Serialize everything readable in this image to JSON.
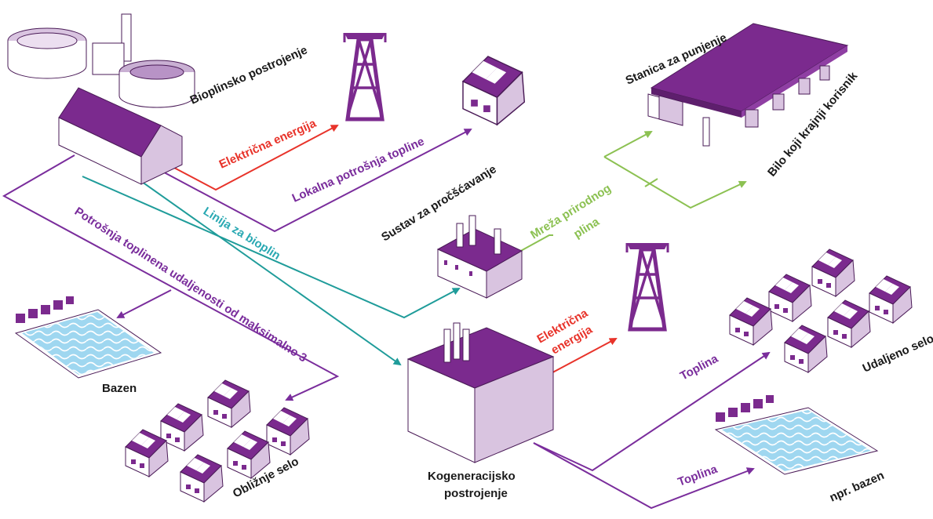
{
  "colors": {
    "purple": "#7a2d9c",
    "roof": "#7b2a8e",
    "wall": "#ffffff",
    "side": "#d9c4e0",
    "red": "#e8332a",
    "teal": "#1f9c9a",
    "green": "#8cc152",
    "pool": "#9fd7f0"
  },
  "labels": {
    "biogas_plant": "Bioplinsko postrojenje",
    "electricity_1": "Električna energija",
    "local_heat": "Lokalna potrošnja topline",
    "charging_station": "Stanica za punjenje",
    "any_end_user": "Bilo koji krajnji korisnik",
    "purification": "Sustav za pročšćavanje",
    "gas_grid_1": "Mreža prirodnog",
    "gas_grid_2": "plina",
    "biogas_line": "Linija za bioplin",
    "heat_distance": "Potrošnja toplinena udaljenosti od maksimalno 3",
    "pool": "Bazen",
    "nearby_village": "Obližnje selo",
    "electricity_2a": "Električna",
    "electricity_2b": "energija",
    "heat_1": "Toplina",
    "heat_2": "Toplina",
    "remote_village": "Udaljeno selo",
    "e_g_pool": "npr. bazen",
    "chp_1": "Kogeneracijsko",
    "chp_2": "postrojenje"
  }
}
